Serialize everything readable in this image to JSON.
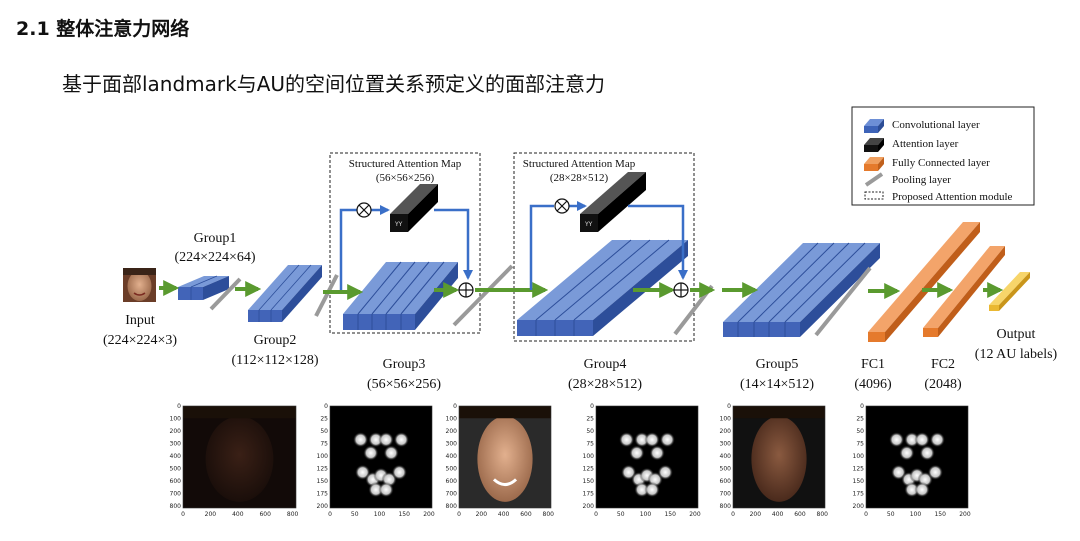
{
  "slide": {
    "title": "2.1 整体注意力网络",
    "subtitle": "基于面部landmark与AU的空间位置关系预定义的面部注意力"
  },
  "legend": {
    "items": [
      {
        "label": "Convolutional layer",
        "color": "#4a6fc0",
        "icon": "blue-block-icon"
      },
      {
        "label": "Attention layer",
        "color": "#111111",
        "icon": "black-block-icon"
      },
      {
        "label": "Fully Connected layer",
        "color": "#e57a2c",
        "icon": "orange-block-icon"
      },
      {
        "label": "Pooling layer",
        "color": "#9a9a9a",
        "icon": "gray-bar-icon"
      },
      {
        "label": "Proposed Attention module",
        "icon": "dashed-box-icon"
      }
    ]
  },
  "network": {
    "input": {
      "name": "Input",
      "size": "(224×224×3)"
    },
    "group1": {
      "name": "Group1",
      "size": "(224×224×64)"
    },
    "group2": {
      "name": "Group2",
      "size": "(112×112×128)"
    },
    "group3": {
      "name": "Group3",
      "size": "(56×56×256)"
    },
    "group4": {
      "name": "Group4",
      "size": "(28×28×512)"
    },
    "group5": {
      "name": "Group5",
      "size": "(14×14×512)"
    },
    "fc1": {
      "name": "FC1",
      "size": "(4096)"
    },
    "fc2": {
      "name": "FC2",
      "size": "(2048)"
    },
    "output": {
      "name": "Output",
      "size": "(12 AU labels)"
    },
    "attention_map_1": {
      "title": "Structured Attention Map",
      "size": "(56×56×256)"
    },
    "attention_map_2": {
      "title": "Structured Attention Map",
      "size": "(28×28×512)"
    }
  },
  "examples": {
    "axis_ticks": {
      "photo_x": [
        "0",
        "200",
        "400",
        "600",
        "800"
      ],
      "photo_y": [
        "0",
        "100",
        "200",
        "300",
        "400",
        "500",
        "600",
        "700",
        "800"
      ],
      "map_x": [
        "0",
        "50",
        "100",
        "150",
        "200"
      ],
      "map_y": [
        "0",
        "25",
        "50",
        "75",
        "100",
        "125",
        "150",
        "175",
        "200"
      ]
    }
  }
}
